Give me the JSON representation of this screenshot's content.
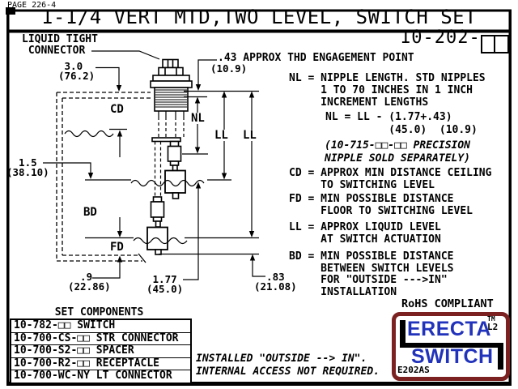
{
  "header": {
    "page_label": "PAGE 226-4",
    "title": "1-1/4 VERT MTD,TWO LEVEL, SWITCH SET",
    "part_number_prefix": "10-202-"
  },
  "colors": {
    "logo_border": "#7b2121",
    "logo_text": "#2233bb"
  },
  "diagram_labels": {
    "liquid_tight": "LIQUID TIGHT\n CONNECTOR",
    "dim_3_0": " 3.0\n(76.2)",
    "thd_point": ".43 APPROX THD ENGAGEMENT POINT",
    "thd_point_mm": "(10.9)",
    "cd": "CD",
    "nl": "NL",
    "ll": "LL",
    "bd": "BD",
    "fd": "FD",
    "dim_1_5": "  1.5\n(38.10)",
    "dim_0_9": "  .9\n(22.86)",
    "dim_1_77": " 1.77\n(45.0)",
    "dim_0_83": "  .83\n(21.08)"
  },
  "notes": {
    "nl_note": "NL = NIPPLE LENGTH. STD NIPPLES\n     1 TO 70 INCHES IN 1 INCH\n     INCREMENT LENGTHS",
    "nl_formula": "NL = LL - (1.77+.43)\n          (45.0)  (10.9)",
    "precision_note": "(10-715-□□-□□ PRECISION\nNIPPLE SOLD SEPARATELY)",
    "cd_def": "CD = APPROX MIN DISTANCE CEILING\n     TO SWITCHING LEVEL",
    "fd_def": "FD = MIN POSSIBLE DISTANCE\n     FLOOR TO SWITCHING LEVEL",
    "ll_def": "LL = APPROX LIQUID LEVEL\n     AT SWITCH ACTUATION",
    "bd_def": "BD = MIN POSSIBLE DISTANCE\n     BETWEEN SWITCH LEVELS\n     FOR \"OUTSIDE --->IN\"\n     INSTALLATION",
    "rohs": "RoHS COMPLIANT",
    "installed_1": "INSTALLED \"OUTSIDE --> IN\".",
    "installed_2": "INTERNAL ACCESS NOT REQUIRED."
  },
  "components_table": {
    "title": "SET COMPONENTS",
    "rows": [
      "10-782-□□ SWITCH",
      "10-700-CS-□□ STR CONNECTOR",
      "10-700-S2-□□ SPACER",
      "10-700-R2-□□ RECEPTACLE",
      "10-700-WC-NY LT CONNECTOR"
    ]
  },
  "logo": {
    "brand_top": "ERECTA",
    "brand_bottom": "SWITCH",
    "tm": "TM",
    "grade": "L2",
    "code": "E202AS"
  }
}
